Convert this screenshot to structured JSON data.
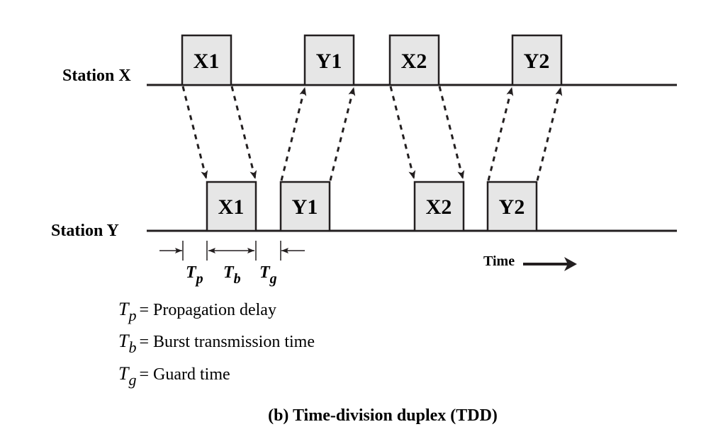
{
  "stations": {
    "x_label": "Station X",
    "y_label": "Station Y"
  },
  "bursts": {
    "x_line": [
      "X1",
      "Y1",
      "X2",
      "Y2"
    ],
    "y_line": [
      "X1",
      "Y1",
      "X2",
      "Y2"
    ]
  },
  "timing": {
    "tp_symbol": "T",
    "tp_sub": "p",
    "tb_symbol": "T",
    "tb_sub": "b",
    "tg_symbol": "T",
    "tg_sub": "g"
  },
  "time_label": "Time",
  "legend": [
    {
      "symbol": "T",
      "sub": "p",
      "text": "= Propagation delay"
    },
    {
      "symbol": "T",
      "sub": "b",
      "text": "= Burst transmission time"
    },
    {
      "symbol": "T",
      "sub": "g",
      "text": "= Guard time"
    }
  ],
  "caption": "(b) Time-division duplex (TDD)",
  "colors": {
    "box_fill": "#e6e6e6",
    "line": "#231f20"
  }
}
